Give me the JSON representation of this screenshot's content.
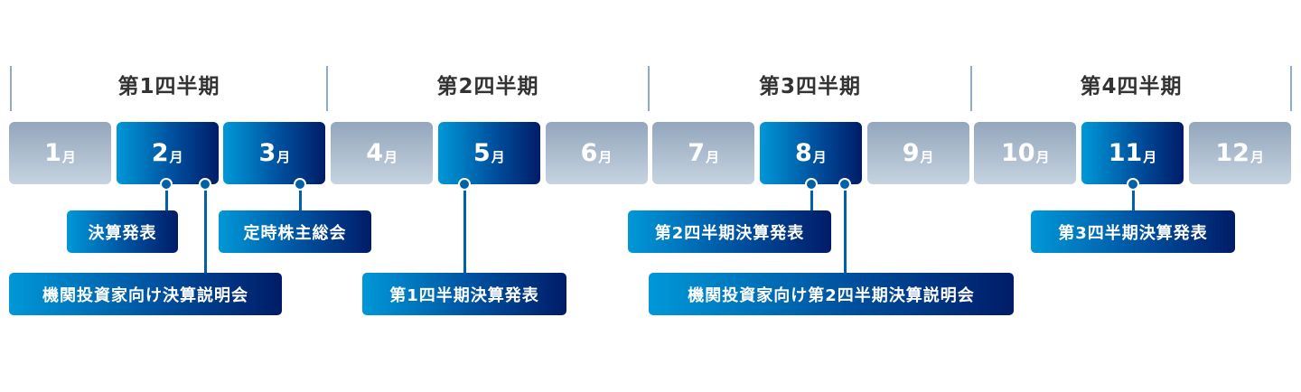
{
  "quarters": [
    "第1四半期",
    "第2四半期",
    "第3四半期",
    "第4四半期"
  ],
  "month_unit": "月",
  "months": [
    {
      "num": "1",
      "highlighted": false
    },
    {
      "num": "2",
      "highlighted": true
    },
    {
      "num": "3",
      "highlighted": true
    },
    {
      "num": "4",
      "highlighted": false
    },
    {
      "num": "5",
      "highlighted": true
    },
    {
      "num": "6",
      "highlighted": false
    },
    {
      "num": "7",
      "highlighted": false
    },
    {
      "num": "8",
      "highlighted": true
    },
    {
      "num": "9",
      "highlighted": false
    },
    {
      "num": "10",
      "highlighted": false
    },
    {
      "num": "11",
      "highlighted": true
    },
    {
      "num": "12",
      "highlighted": false
    }
  ],
  "events": [
    {
      "month": "2",
      "label": "決算発表"
    },
    {
      "month": "2",
      "label": "機関投資家向け決算説明会"
    },
    {
      "month": "3",
      "label": "定時株主総会"
    },
    {
      "month": "5",
      "label": "第1四半期決算発表"
    },
    {
      "month": "8",
      "label": "第2四半期決算発表"
    },
    {
      "month": "8",
      "label": "機関投資家向け第2四半期決算説明会"
    },
    {
      "month": "11",
      "label": "第3四半期決算発表"
    }
  ],
  "colors": {
    "highlight_start": "#0098d8",
    "highlight_end": "#001c68",
    "inactive_top": "#93a6bc",
    "inactive_bottom": "#c6d3e0",
    "quarter_separator": "#8eabc9"
  }
}
